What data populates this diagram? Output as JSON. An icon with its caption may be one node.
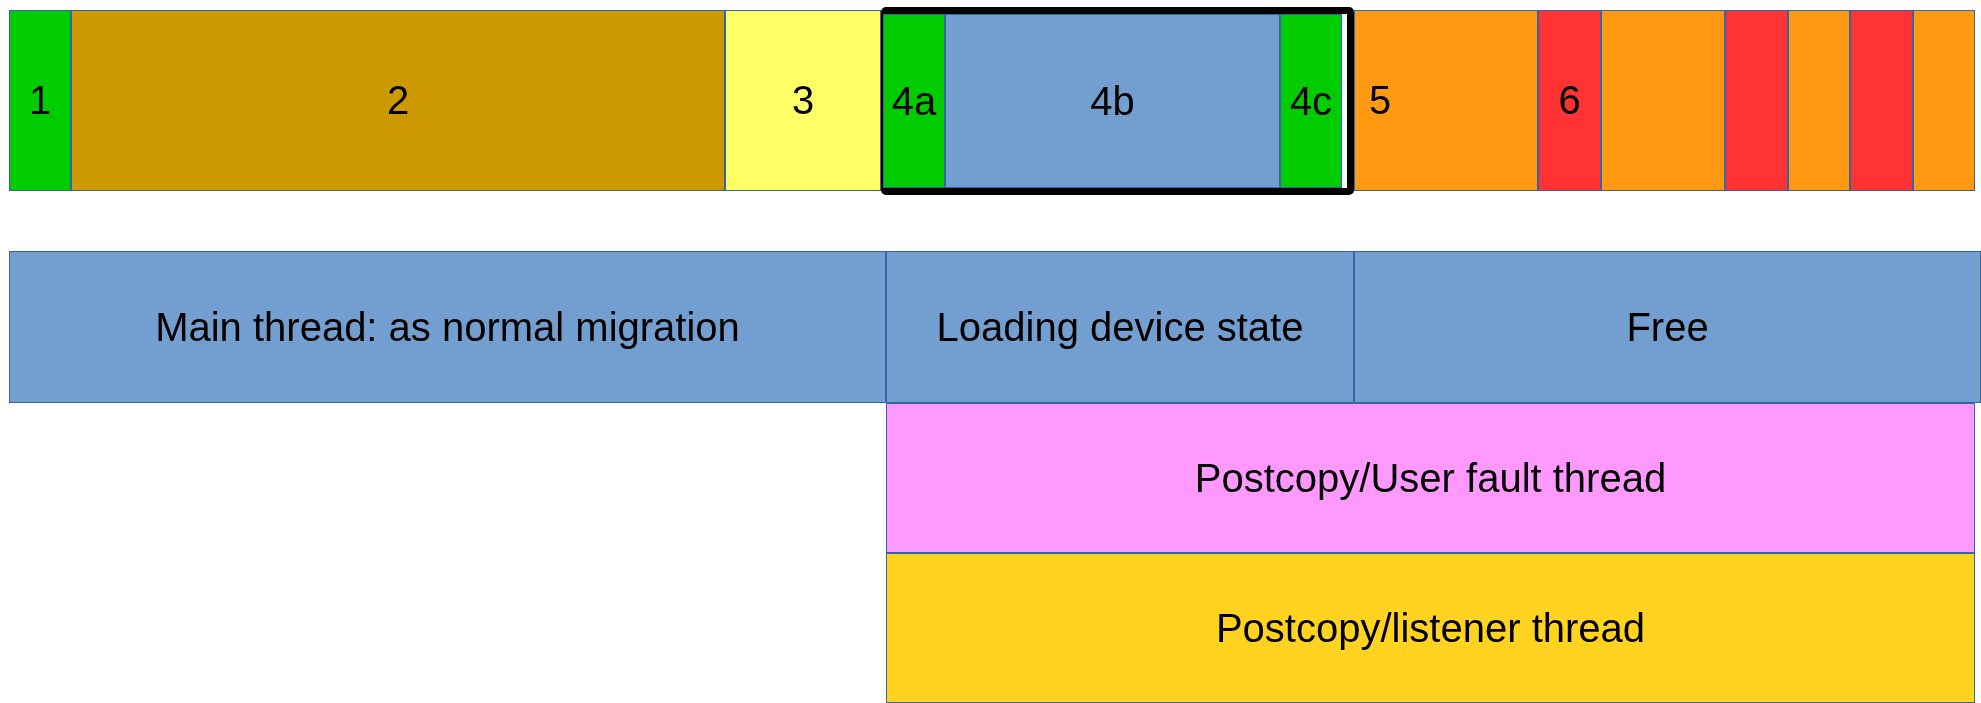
{
  "diagram": {
    "nodes": [
      {
        "text": [
          "1"
        ]
      },
      {
        "text": [
          "2"
        ]
      },
      {
        "text": [
          "3"
        ]
      },
      {
        "text": [],
        "shape": "box"
      },
      {
        "text": [
          "4a"
        ],
        "in": 3
      },
      {
        "text": [
          "4b"
        ],
        "in": 3
      },
      {
        "text": [
          "4c"
        ],
        "in": 3
      },
      {
        "text": [
          "5"
        ]
      },
      {
        "text": [
          "6"
        ]
      },
      {
        "text": [],
        "shape": "bar"
      },
      {
        "text": [],
        "shape": "bar"
      },
      {
        "text": [],
        "shape": "bar"
      },
      {
        "text": [],
        "shape": "bar"
      },
      {
        "text": [],
        "shape": "bar"
      },
      {
        "text": [
          "Main thread: as normal migration"
        ]
      },
      {
        "text": [
          "Loading device state"
        ]
      },
      {
        "text": [
          "Free"
        ]
      },
      {
        "text": [
          "Postcopy/User fault thread"
        ]
      },
      {
        "text": [
          "Postcopy/listener thread"
        ]
      }
    ]
  }
}
